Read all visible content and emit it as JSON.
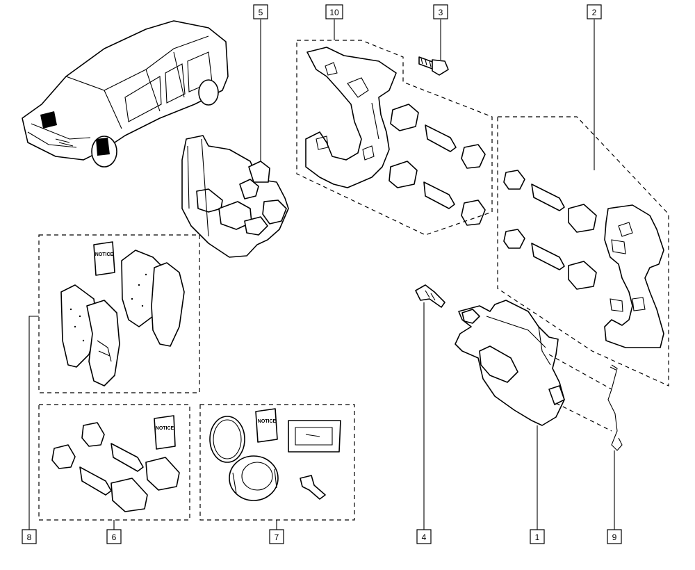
{
  "callouts": [
    {
      "id": "c1",
      "label": "1"
    },
    {
      "id": "c2",
      "label": "2"
    },
    {
      "id": "c3",
      "label": "3"
    },
    {
      "id": "c4",
      "label": "4"
    },
    {
      "id": "c5",
      "label": "5"
    },
    {
      "id": "c6",
      "label": "6"
    },
    {
      "id": "c7",
      "label": "7"
    },
    {
      "id": "c8",
      "label": "8"
    },
    {
      "id": "c9",
      "label": "9"
    },
    {
      "id": "c10",
      "label": "10"
    }
  ],
  "notice_booklets": [
    {
      "id": "n1",
      "label": "NOTICE"
    },
    {
      "id": "n2",
      "label": "NOTICE"
    },
    {
      "id": "n3",
      "label": "NOTICE"
    }
  ],
  "icons": {
    "vehicle": "car-illustration-icon",
    "caliper": "brake-caliper-icon",
    "carrier": "caliper-carrier-icon",
    "pads": "brake-pad-icon",
    "pin": "guide-pin-icon",
    "bolt": "bolt-icon",
    "bleed_screw": "bleed-screw-icon",
    "seal": "piston-seal-icon",
    "wire": "wear-sensor-wire-icon",
    "grease": "grease-sachet-icon"
  }
}
